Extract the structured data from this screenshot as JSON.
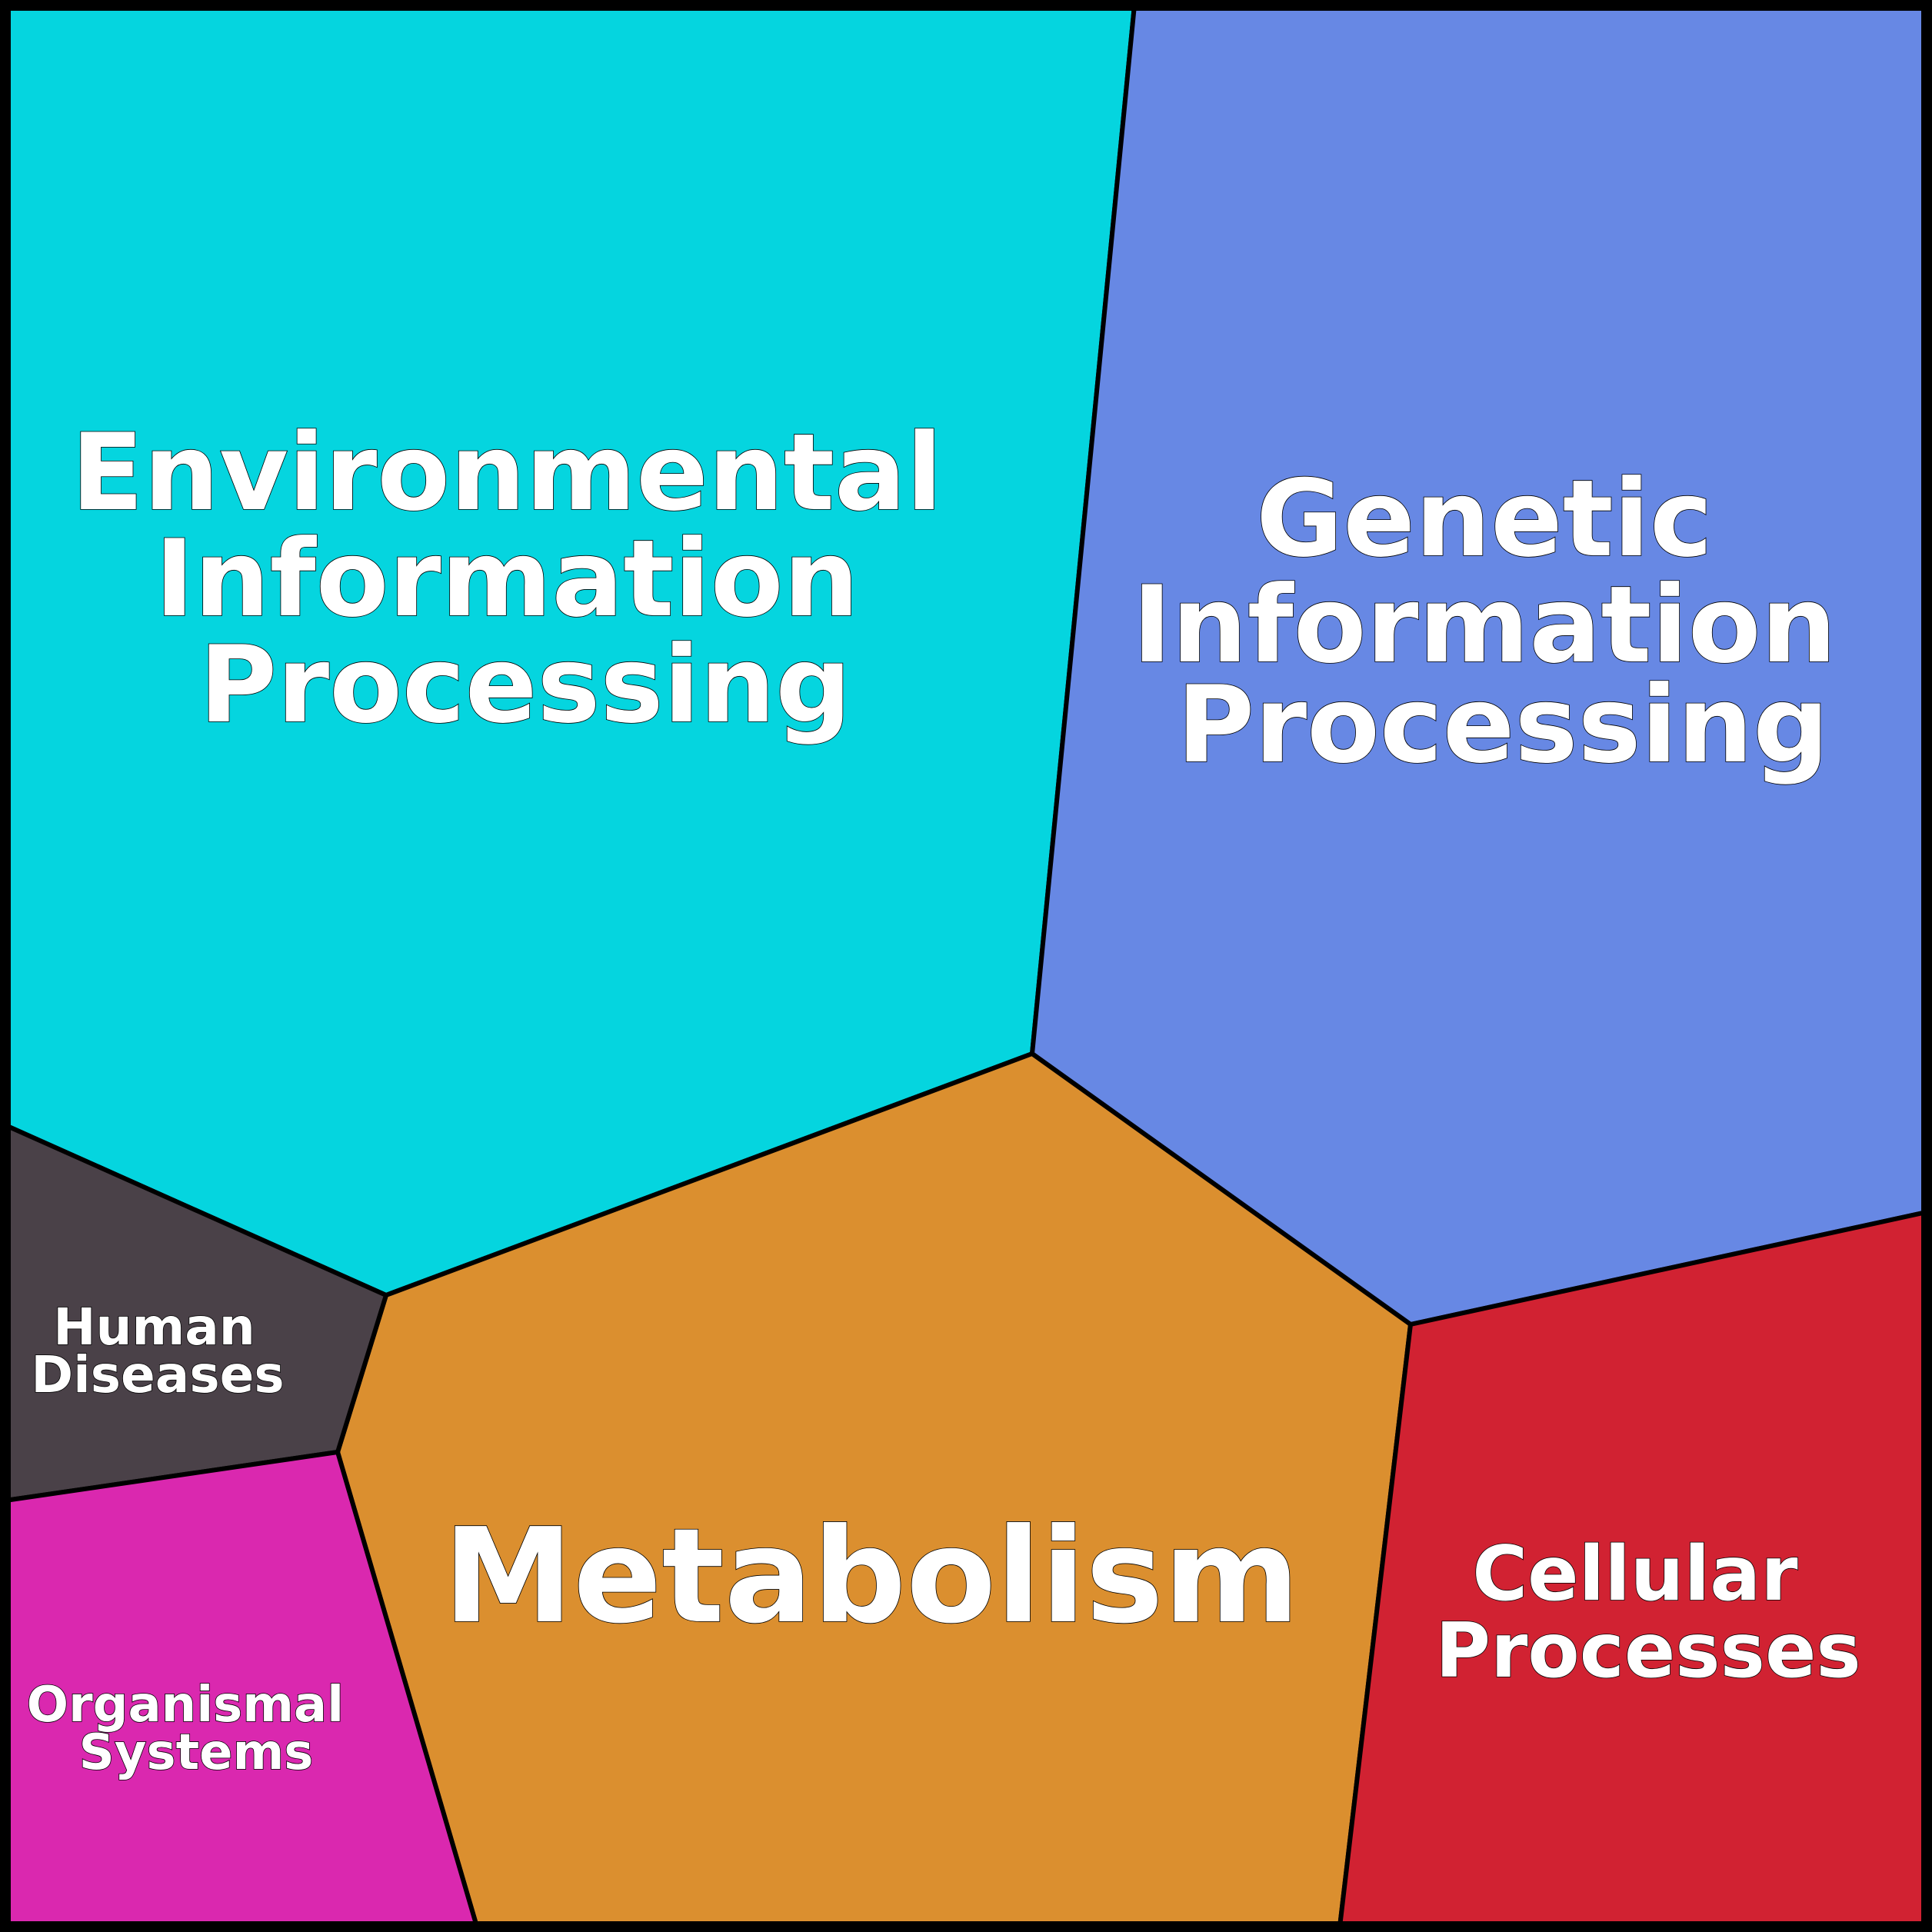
{
  "diagram": {
    "type": "voronoi-treemap",
    "cells": [
      {
        "id": "environmental",
        "lines": [
          "Environmental",
          "Information",
          "Processing"
        ],
        "color": "#05D5DF"
      },
      {
        "id": "genetic",
        "lines": [
          "Genetic",
          "Information",
          "Processing"
        ],
        "color": "#6788E4"
      },
      {
        "id": "metabolism",
        "lines": [
          "Metabolism"
        ],
        "color": "#DB8F2F"
      },
      {
        "id": "human-diseases",
        "lines": [
          "Human",
          "Diseases"
        ],
        "color": "#4A4148"
      },
      {
        "id": "organismal-systems",
        "lines": [
          "Organismal",
          "Systems"
        ],
        "color": "#DA28AF"
      },
      {
        "id": "cellular-processes",
        "lines": [
          "Cellular",
          "Processes"
        ],
        "color": "#D12232"
      }
    ],
    "border_color": "#000000",
    "text_color": "#FFFFFF"
  }
}
